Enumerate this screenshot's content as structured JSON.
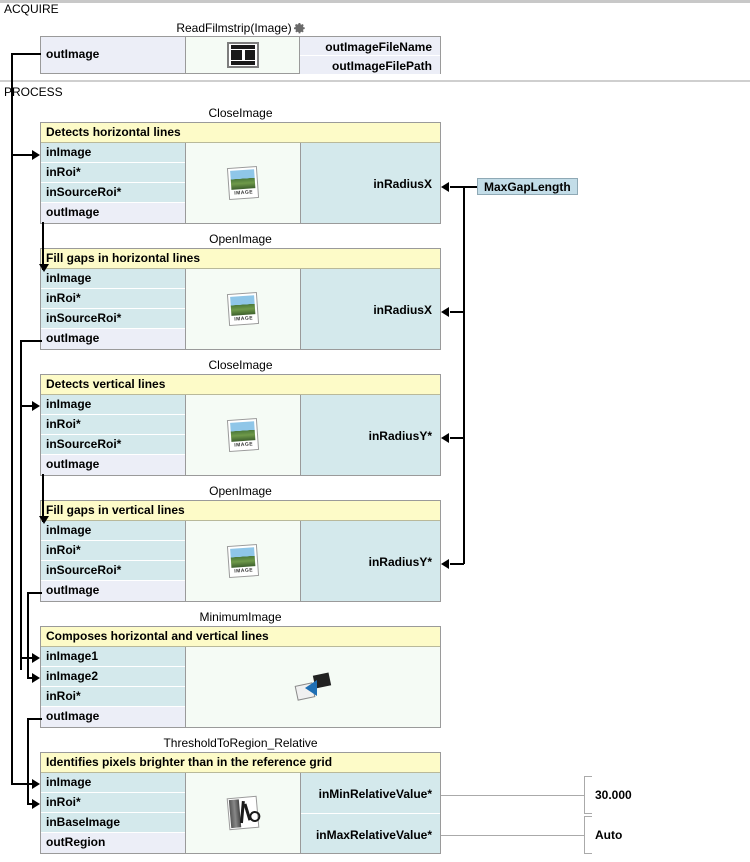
{
  "sections": [
    {
      "label": "ACQUIRE"
    },
    {
      "label": "PROCESS"
    }
  ],
  "blocks": [
    {
      "id": "readfilmstrip",
      "title": "ReadFilmstrip(Image)",
      "has_gear": true,
      "description": null,
      "icon": "filmstrip-icon",
      "left_ports": [
        {
          "label": "outImage",
          "kind": "out"
        }
      ],
      "right_ports": [
        {
          "label": "outImageFileName",
          "kind": "out"
        },
        {
          "label": "outImageFilePath",
          "kind": "out"
        }
      ]
    },
    {
      "id": "closeimage-h",
      "title": "CloseImage",
      "has_gear": false,
      "description": "Detects horizontal lines",
      "icon": "image-icon",
      "left_ports": [
        {
          "label": "inImage",
          "kind": "in"
        },
        {
          "label": "inRoi*",
          "kind": "in"
        },
        {
          "label": "inSourceRoi*",
          "kind": "in"
        },
        {
          "label": "outImage",
          "kind": "out"
        }
      ],
      "right_ports": [
        {
          "label": "inRadiusX",
          "kind": "in"
        }
      ]
    },
    {
      "id": "openimage-h",
      "title": "OpenImage",
      "has_gear": false,
      "description": "Fill gaps in horizontal lines",
      "icon": "image-icon",
      "left_ports": [
        {
          "label": "inImage",
          "kind": "in"
        },
        {
          "label": "inRoi*",
          "kind": "in"
        },
        {
          "label": "inSourceRoi*",
          "kind": "in"
        },
        {
          "label": "outImage",
          "kind": "out"
        }
      ],
      "right_ports": [
        {
          "label": "inRadiusX",
          "kind": "in"
        }
      ]
    },
    {
      "id": "closeimage-v",
      "title": "CloseImage",
      "has_gear": false,
      "description": "Detects vertical lines",
      "icon": "image-icon",
      "left_ports": [
        {
          "label": "inImage",
          "kind": "in"
        },
        {
          "label": "inRoi*",
          "kind": "in"
        },
        {
          "label": "inSourceRoi*",
          "kind": "in"
        },
        {
          "label": "outImage",
          "kind": "out"
        }
      ],
      "right_ports": [
        {
          "label": "inRadiusY*",
          "kind": "in"
        }
      ]
    },
    {
      "id": "openimage-v",
      "title": "OpenImage",
      "has_gear": false,
      "description": "Fill gaps in vertical lines",
      "icon": "image-icon",
      "left_ports": [
        {
          "label": "inImage",
          "kind": "in"
        },
        {
          "label": "inRoi*",
          "kind": "in"
        },
        {
          "label": "inSourceRoi*",
          "kind": "in"
        },
        {
          "label": "outImage",
          "kind": "out"
        }
      ],
      "right_ports": [
        {
          "label": "inRadiusY*",
          "kind": "in"
        }
      ]
    },
    {
      "id": "minimumimage",
      "title": "MinimumImage",
      "has_gear": false,
      "description": "Composes horizontal and vertical lines",
      "icon": "minimum-image-icon",
      "left_ports": [
        {
          "label": "inImage1",
          "kind": "in"
        },
        {
          "label": "inImage2",
          "kind": "in"
        },
        {
          "label": "inRoi*",
          "kind": "in"
        },
        {
          "label": "outImage",
          "kind": "out"
        }
      ],
      "right_ports": []
    },
    {
      "id": "thresholdtoregion",
      "title": "ThresholdToRegion_Relative",
      "has_gear": false,
      "description": "Identifies pixels brighter than in the reference grid",
      "icon": "threshold-icon",
      "left_ports": [
        {
          "label": "inImage",
          "kind": "in"
        },
        {
          "label": "inRoi*",
          "kind": "in"
        },
        {
          "label": "inBaseImage",
          "kind": "in"
        },
        {
          "label": "outRegion",
          "kind": "out"
        }
      ],
      "right_ports": [
        {
          "label": "inMinRelativeValue*",
          "kind": "in"
        },
        {
          "label": "inMaxRelativeValue*",
          "kind": "in"
        }
      ]
    }
  ],
  "constants": [
    {
      "id": "maxgaplength",
      "label": "MaxGapLength"
    }
  ],
  "values": [
    {
      "id": "min-relative-value",
      "label": "30.000"
    },
    {
      "id": "max-relative-value",
      "label": "Auto"
    }
  ],
  "colors": {
    "description_bg": "#FDFBC8",
    "input_port_bg": "#D4E9EC",
    "output_port_bg": "#ECEEF7",
    "icon_bg": "#F5FBF5",
    "constant_bg": "#C3DDE8",
    "border": "#9A9A9A",
    "wire": "#000000"
  }
}
